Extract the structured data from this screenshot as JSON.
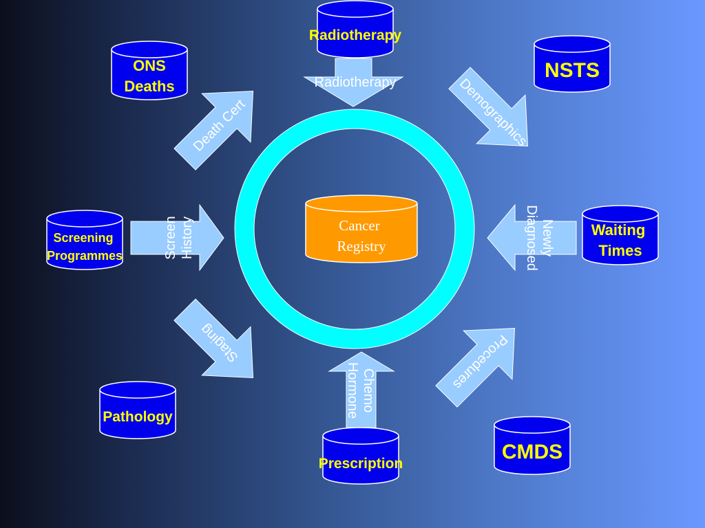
{
  "colors": {
    "db_fill": "#0000ee",
    "db_stroke": "#ffffff",
    "db_text": "#ffff00",
    "arrow_fill": "#99ccff",
    "ring": "#00ffff",
    "registry_fill": "#ff9900",
    "registry_text": "#ffffff",
    "arrow_text": "#ffffff"
  },
  "center": {
    "label_line1": "Cancer",
    "label_line2": "Registry"
  },
  "databases": {
    "radiotherapy": {
      "line1": "Radiotherapy",
      "line2": ""
    },
    "ons_deaths": {
      "line1": "ONS",
      "line2": "Deaths"
    },
    "nsts": {
      "line1": "NSTS",
      "line2": ""
    },
    "screening": {
      "line1": "Screening",
      "line2": "Programmes"
    },
    "waiting_times": {
      "line1": "Waiting",
      "line2": "Times"
    },
    "pathology": {
      "line1": "Pathology",
      "line2": ""
    },
    "prescription": {
      "line1": "Prescription",
      "line2": ""
    },
    "cmds": {
      "line1": "CMDS",
      "line2": ""
    }
  },
  "arrows": {
    "radiotherapy": {
      "line1": "Radiotherapy",
      "line2": ""
    },
    "death_cert": {
      "line1": "Death Cert",
      "line2": ""
    },
    "demographics": {
      "line1": "Demographics",
      "line2": ""
    },
    "screen_history": {
      "line1": "Screen",
      "line2": "History"
    },
    "newly_diagnosed": {
      "line1": "Newly",
      "line2": "Diagnosed"
    },
    "staging": {
      "line1": "Staging",
      "line2": ""
    },
    "chemo_hormone": {
      "line1": "Chemo",
      "line2": "Hormone"
    },
    "procedures": {
      "line1": "Procedures",
      "line2": ""
    }
  }
}
